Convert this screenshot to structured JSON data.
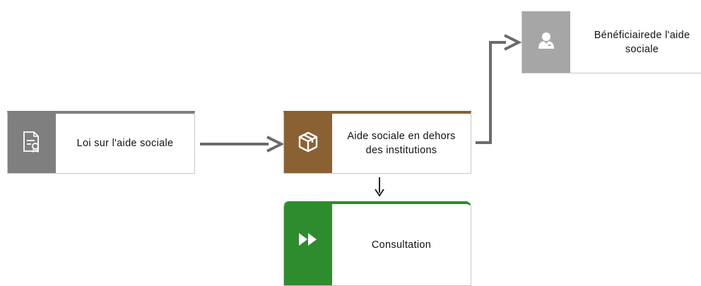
{
  "colors": {
    "document_gray": "#7f7f7f",
    "container_brown": "#8a6132",
    "role_gray": "#a6a6a6",
    "process_green": "#2e8b2e",
    "connector": "#6b6b6b",
    "connector_dark": "#222222"
  },
  "nodes": {
    "loi": {
      "label": "Loi sur l'aide sociale",
      "icon": "document-certificate-icon"
    },
    "aide": {
      "label": "Aide sociale en dehors des institutions",
      "icon": "package-box-icon"
    },
    "benef": {
      "label": "Bénéficiairede l'aide sociale",
      "icon": "person-icon"
    },
    "consult": {
      "label": "Consultation",
      "icon": "fast-forward-icon"
    }
  }
}
